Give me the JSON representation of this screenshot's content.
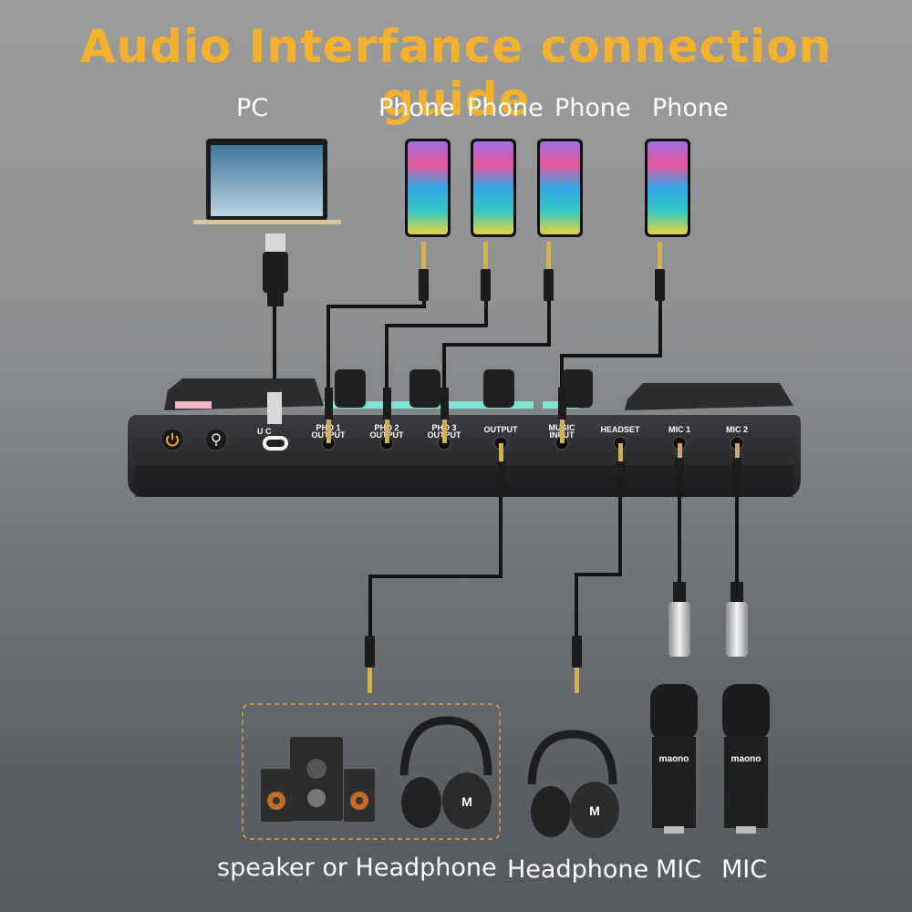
{
  "title": "Audio Interfance connection guide",
  "sources": [
    {
      "label": "PC",
      "device": "laptop",
      "cable": "USB-A to USB-C",
      "port": "USB-C"
    },
    {
      "label": "Phone",
      "device": "smartphone",
      "cable": "3.5mm TRRS",
      "port": "PHO 1 OUTPUT"
    },
    {
      "label": "Phone",
      "device": "smartphone",
      "cable": "3.5mm TRRS",
      "port": "PHO 2 OUTPUT"
    },
    {
      "label": "Phone",
      "device": "smartphone",
      "cable": "3.5mm TRRS",
      "port": "PHO 3 OUTPUT"
    },
    {
      "label": "Phone",
      "device": "smartphone",
      "cable": "3.5mm TRRS",
      "port": "MUSIC INPUT"
    }
  ],
  "device": {
    "buttons": [
      {
        "name": "power",
        "icon": "power-icon"
      },
      {
        "name": "light",
        "icon": "lightbulb-icon"
      }
    ],
    "ports": [
      "USB-C",
      "PHO 1 OUTPUT",
      "PHO 2 OUTPUT",
      "PHO 3 OUTPUT",
      "OUTPUT",
      "MUSIC INPUT",
      "HEADSET",
      "MIC 1",
      "MIC 2"
    ],
    "port_labels": {
      "usbc": "U  C",
      "pho1": [
        "PHO 1",
        "OUTPUT"
      ],
      "pho2": [
        "PHO 2",
        "OUTPUT"
      ],
      "pho3": [
        "PHO 3",
        "OUTPUT"
      ],
      "output": "OUTPUT",
      "music": [
        "MUSIC",
        "INPUT"
      ],
      "headset": "HEADSET",
      "mic1": "MIC 1",
      "mic2": "MIC 2"
    }
  },
  "outputs": [
    {
      "label": "speaker or Headphone",
      "devices": [
        "speaker",
        "headphone"
      ],
      "cable": "3.5mm TRRS",
      "port": "OUTPUT"
    },
    {
      "label": "Headphone",
      "devices": [
        "headphone"
      ],
      "cable": "3.5mm TRRS",
      "port": "HEADSET"
    },
    {
      "label": "MIC",
      "devices": [
        "microphone"
      ],
      "cable": "XLR to 3.5mm",
      "port": "MIC 1",
      "brand": "maono"
    },
    {
      "label": "MIC",
      "devices": [
        "microphone"
      ],
      "cable": "XLR to 3.5mm",
      "port": "MIC 2",
      "brand": "maono"
    }
  ],
  "colors": {
    "title": "#f6b12a",
    "dashed_box": "#d9a640",
    "led_pink": "#f2b8c8",
    "led_teal": "#7de3d3",
    "power": "#f0a030"
  }
}
